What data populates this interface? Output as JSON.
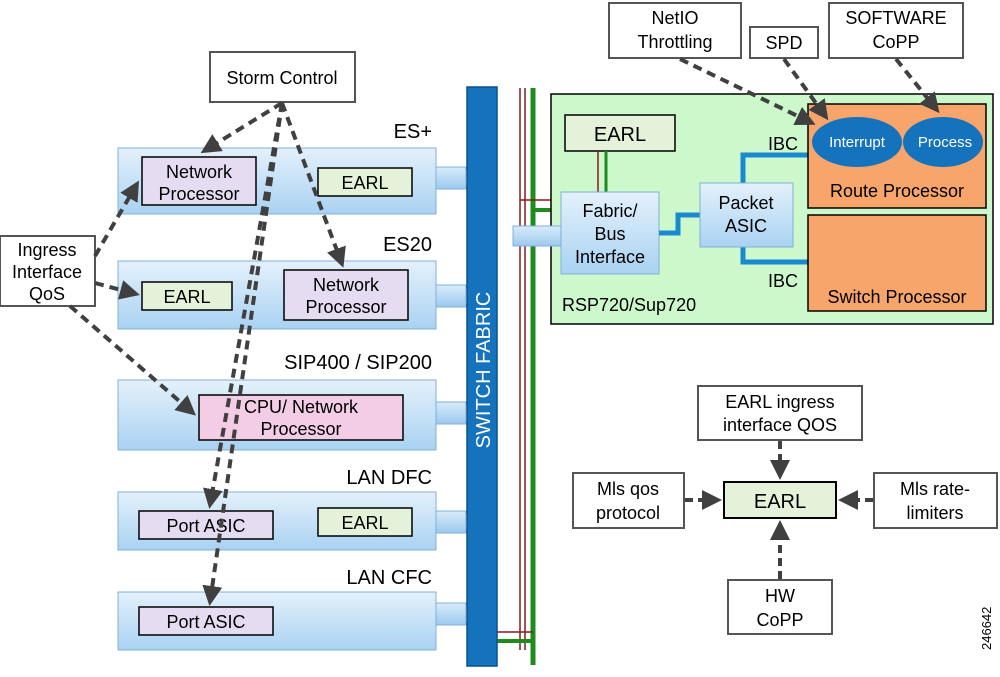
{
  "storm_control": "Storm Control",
  "ingress_qos": [
    "Ingress",
    "Interface",
    "QoS"
  ],
  "cards": {
    "es_plus": {
      "title": "ES+",
      "np": [
        "Network",
        "Processor"
      ],
      "earl": "EARL"
    },
    "es20": {
      "title": "ES20",
      "earl": "EARL",
      "np": [
        "Network",
        "Processor"
      ]
    },
    "sip": {
      "title": "SIP400 / SIP200",
      "cpu": [
        "CPU/ Network",
        "Processor"
      ]
    },
    "lan_dfc": {
      "title": "LAN DFC",
      "port": "Port ASIC",
      "earl": "EARL"
    },
    "lan_cfc": {
      "title": "LAN CFC",
      "port": "Port ASIC"
    }
  },
  "switch_fabric": "SWITCH FABRIC",
  "rsp": {
    "title": "RSP720/Sup720",
    "earl": "EARL",
    "fabric_bus": [
      "Fabric/",
      "Bus",
      "Interface"
    ],
    "packet_asic": [
      "Packet",
      "ASIC"
    ],
    "ibc_top": "IBC",
    "ibc_bottom": "IBC",
    "route_processor": "Route Processor",
    "switch_processor": "Switch Processor",
    "interrupt": "Interrupt",
    "process": "Process"
  },
  "top_labels": {
    "netio": [
      "NetIO",
      "Throttling"
    ],
    "spd": "SPD",
    "software_copp": [
      "SOFTWARE",
      "CoPP"
    ]
  },
  "earl_diagram": {
    "earl": "EARL",
    "ingress": [
      "EARL ingress",
      "interface  QOS"
    ],
    "mls_qos": [
      "Mls qos",
      "protocol"
    ],
    "mls_rate": [
      "Mls rate-",
      "limiters"
    ],
    "hw_copp": [
      "HW",
      "CoPP"
    ]
  },
  "figure_id": "246642",
  "colors": {
    "card_fill": "#cfe6f8",
    "np_fill": "#e6dcf2",
    "earl_fill": "#e4f2d9",
    "cpu_fill": "#f3cde6",
    "rsp_fill": "#ccf8cc",
    "proc_fill": "#f7a56a",
    "oval_fill": "#1573bd",
    "fabric_fill": "#1573bd"
  }
}
